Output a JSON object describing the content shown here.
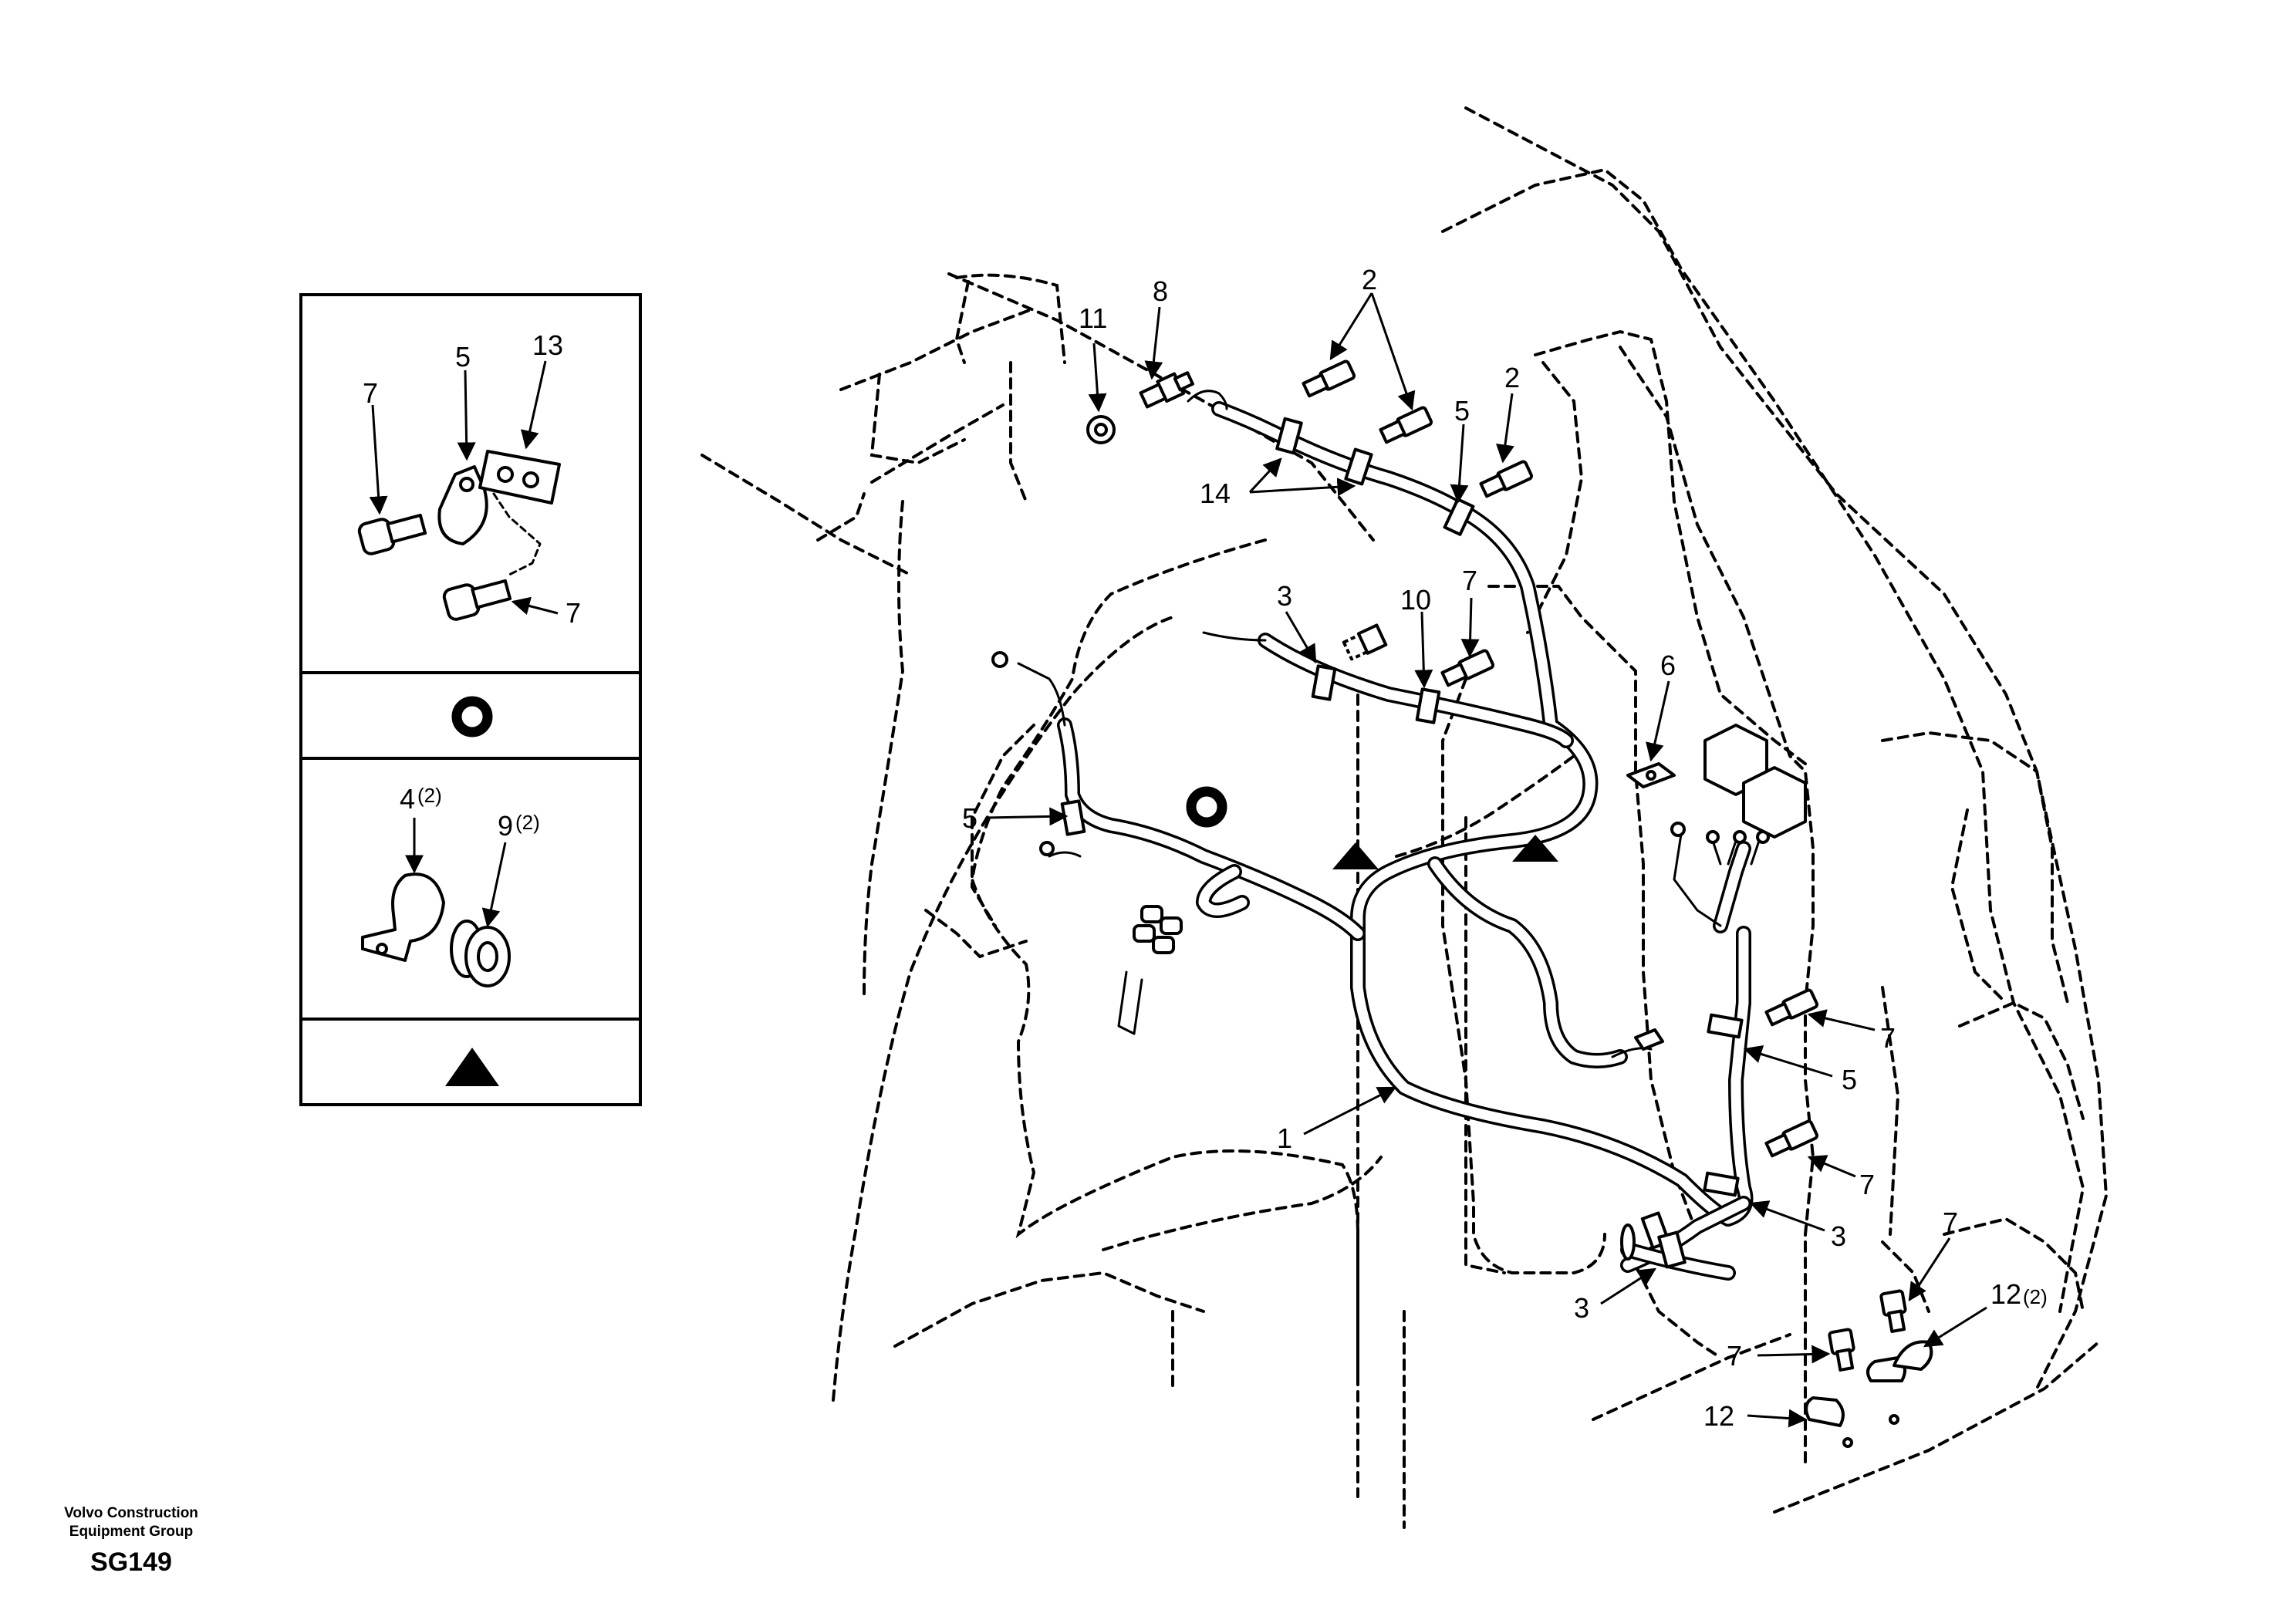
{
  "footer": {
    "company_line1": "Volvo Construction",
    "company_line2": "Equipment Group",
    "code": "SG149"
  },
  "legend": {
    "top_panel": {
      "callouts": [
        "7",
        "5",
        "13",
        "7"
      ]
    },
    "ring_symbol": "ring-icon",
    "bottom_panel": {
      "callouts": [
        "4",
        "(2)",
        "9",
        "(2)"
      ]
    },
    "triangle_symbol": "triangle-icon"
  },
  "callouts": {
    "c11": "11",
    "c8": "8",
    "c2a": "2",
    "c2b": "2",
    "c5a": "5",
    "c14": "14",
    "c3a": "3",
    "c10": "10",
    "c7a": "7",
    "c6": "6",
    "c5b": "5",
    "c7b": "7",
    "c5c": "5",
    "c1": "1",
    "c7c": "7",
    "c3b": "3",
    "c3c": "3",
    "c7d": "7",
    "c12b": "12",
    "c12b_qty": "(2)",
    "c7e": "7",
    "c12a": "12"
  },
  "colors": {
    "ink": "#000000",
    "paper": "#ffffff"
  }
}
